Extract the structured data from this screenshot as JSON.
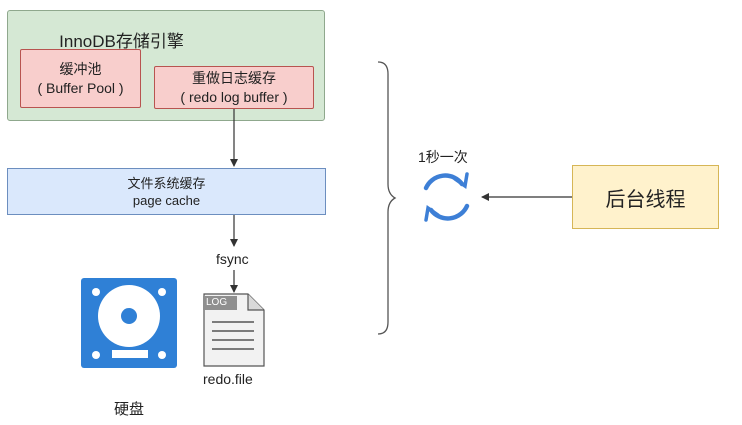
{
  "engine": {
    "title": "InnoDB存储引擎",
    "buffer_pool": {
      "line1": "缓冲池",
      "line2": "( Buffer Pool )"
    },
    "redo_log_buffer": {
      "line1": "重做日志缓存",
      "line2": "( redo log buffer )"
    }
  },
  "page_cache": {
    "line1": "文件系统缓存",
    "line2": "page cache"
  },
  "fsync_label": "fsync",
  "log_file": {
    "tag": "LOG",
    "name": "redo.file"
  },
  "disk_label": "硬盘",
  "interval_label": "1秒一次",
  "background_thread": "后台线程",
  "colors": {
    "engine_fill": "#d5e8d4",
    "buffer_fill": "#f8cecc",
    "cache_fill": "#dae8fc",
    "thread_fill": "#fff2cc",
    "disk_blue": "#2f80d6",
    "cycle_blue": "#3d7fd6"
  }
}
